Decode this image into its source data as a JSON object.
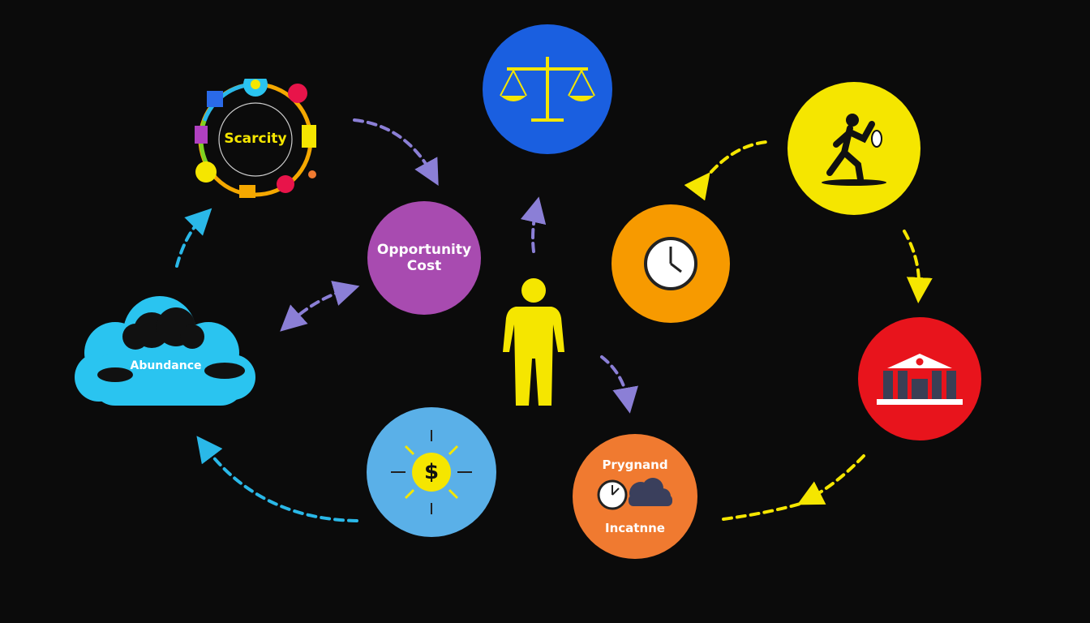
{
  "nodes": {
    "scarcity": {
      "label": "Scarcity",
      "color": "#f5e600"
    },
    "opportunity_cost": {
      "label_line1": "Opportunity",
      "label_line2": "Cost",
      "color": "#a84bb0"
    },
    "abundance": {
      "label": "Abundance",
      "color": "#2ac4f0"
    },
    "prygnand": {
      "label_top": "Prygnand",
      "label_bottom": "Incatnne",
      "color": "#f07a30"
    },
    "scales": {
      "icon": "scales-icon",
      "color": "#1a5fe0"
    },
    "runner": {
      "icon": "runner-icon",
      "color": "#f5e600"
    },
    "clock": {
      "icon": "clock-icon",
      "color": "#f79a00"
    },
    "bank": {
      "icon": "bank-icon",
      "color": "#e8141c"
    },
    "money": {
      "label": "$",
      "color": "#5ab0e8"
    },
    "person": {
      "icon": "person-icon",
      "color": "#f5e600"
    }
  },
  "arrow_colors": {
    "purple": "#8b7fd6",
    "yellow": "#f5e600",
    "cyan": "#2ab8e8"
  }
}
